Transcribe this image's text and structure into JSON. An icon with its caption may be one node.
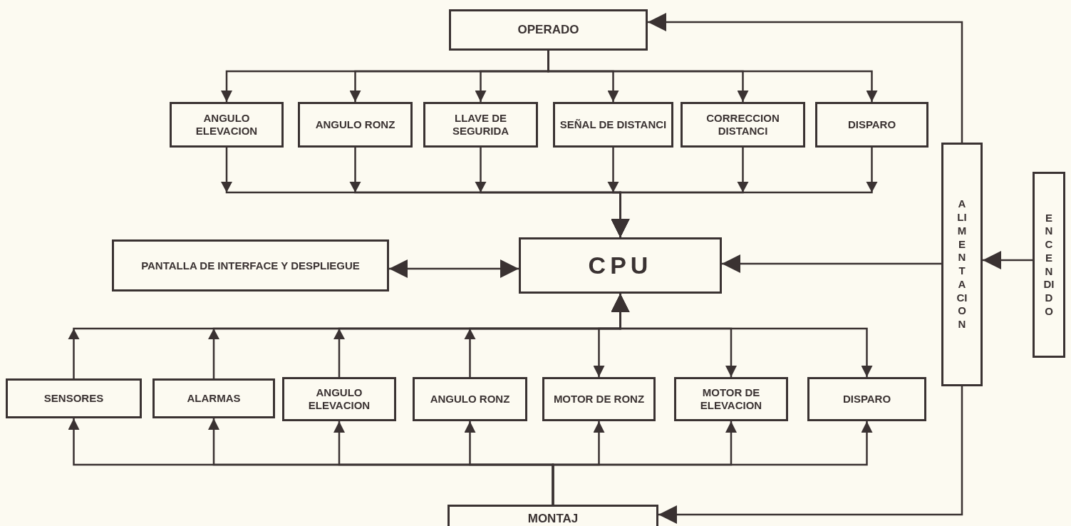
{
  "diagram": {
    "nodes": [
      {
        "text": [
          "OPERADO"
        ]
      },
      {
        "text": [
          "ANGULO ELEVACION"
        ]
      },
      {
        "text": [
          "ANGULO RONZ"
        ]
      },
      {
        "text": [
          "LLAVE DE SEGURIDA"
        ]
      },
      {
        "text": [
          "SEÑAL DE DISTANCI"
        ]
      },
      {
        "text": [
          "CORRECCION DISTANCI"
        ]
      },
      {
        "text": [
          "DISPARO"
        ]
      },
      {
        "text": [
          "ALIMENTACION"
        ]
      },
      {
        "text": [
          "ENCENDIDO"
        ]
      },
      {
        "text": [
          "PANTALLA DE INTERFACE Y DESPLIEGUE"
        ]
      },
      {
        "text": [
          "CPU"
        ]
      },
      {
        "text": [
          "SENSORES"
        ]
      },
      {
        "text": [
          "ALARMAS"
        ]
      },
      {
        "text": [
          "ANGULO ELEVACION"
        ]
      },
      {
        "text": [
          "ANGULO RONZ"
        ]
      },
      {
        "text": [
          "MOTOR DE RONZ"
        ]
      },
      {
        "text": [
          "MOTOR DE ELEVACION"
        ]
      },
      {
        "text": [
          "DISPARO"
        ]
      },
      {
        "text": [
          "MONTAJ"
        ]
      }
    ],
    "edges": [
      {
        "from": 0,
        "to": 1,
        "arrow": "to"
      },
      {
        "from": 0,
        "to": 2,
        "arrow": "to"
      },
      {
        "from": 0,
        "to": 3,
        "arrow": "to"
      },
      {
        "from": 0,
        "to": 4,
        "arrow": "to"
      },
      {
        "from": 0,
        "to": 5,
        "arrow": "to"
      },
      {
        "from": 0,
        "to": 6,
        "arrow": "to"
      },
      {
        "from": 1,
        "to": 10,
        "arrow": "to"
      },
      {
        "from": 2,
        "to": 10,
        "arrow": "to"
      },
      {
        "from": 3,
        "to": 10,
        "arrow": "to"
      },
      {
        "from": 4,
        "to": 10,
        "arrow": "to"
      },
      {
        "from": 5,
        "to": 10,
        "arrow": "to"
      },
      {
        "from": 6,
        "to": 10,
        "arrow": "to"
      },
      {
        "from": 9,
        "to": 10,
        "arrow": "both"
      },
      {
        "from": 11,
        "to": 10,
        "arrow": "to"
      },
      {
        "from": 12,
        "to": 10,
        "arrow": "to"
      },
      {
        "from": 13,
        "to": 10,
        "arrow": "to"
      },
      {
        "from": 14,
        "to": 10,
        "arrow": "to"
      },
      {
        "from": 10,
        "to": 15,
        "arrow": "to"
      },
      {
        "from": 10,
        "to": 16,
        "arrow": "to"
      },
      {
        "from": 10,
        "to": 17,
        "arrow": "to"
      },
      {
        "from": 18,
        "to": 11,
        "arrow": "to"
      },
      {
        "from": 18,
        "to": 12,
        "arrow": "to"
      },
      {
        "from": 18,
        "to": 13,
        "arrow": "to"
      },
      {
        "from": 18,
        "to": 14,
        "arrow": "to"
      },
      {
        "from": 18,
        "to": 15,
        "arrow": "to"
      },
      {
        "from": 18,
        "to": 16,
        "arrow": "to"
      },
      {
        "from": 18,
        "to": 17,
        "arrow": "to"
      },
      {
        "from": 7,
        "to": 0,
        "arrow": "to"
      },
      {
        "from": 7,
        "to": 10,
        "arrow": "to"
      },
      {
        "from": 8,
        "to": 7,
        "arrow": "to"
      },
      {
        "from": 7,
        "to": 18,
        "arrow": "to"
      }
    ]
  }
}
